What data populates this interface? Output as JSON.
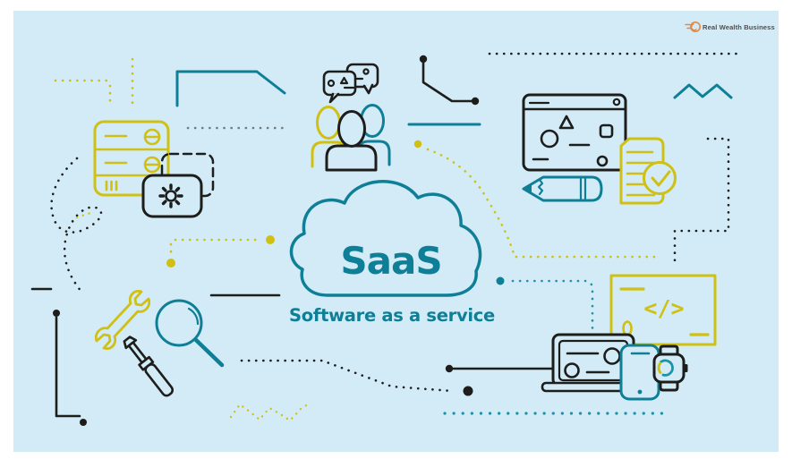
{
  "meta": {
    "kind": "marketing-illustration",
    "topic": "SaaS concept banner"
  },
  "logo": {
    "text": "Real Wealth Business",
    "icon": "coin-rocket-icon"
  },
  "cloud": {
    "title": "SaaS",
    "subtitle": "Software as a service"
  },
  "code_monitor": {
    "code_text": "</>"
  },
  "icons": [
    "server-stack-icon",
    "gear-badge-icon",
    "chat-bubbles-icon",
    "team-people-icon",
    "browser-window-icon",
    "pencil-icon",
    "checklist-document-icon",
    "check-circle-icon",
    "code-monitor-icon",
    "laptop-icon",
    "smartphone-icon",
    "smartwatch-icon",
    "wrench-icon",
    "screwdriver-icon",
    "magnifier-icon",
    "cloud-shape",
    "zigzag-decoration",
    "dotted-connectors"
  ],
  "colors": {
    "page": "#ffffff",
    "background": "#d2ebf6",
    "teal": "#0e7f96",
    "teal_dots": "#1f93a6",
    "yellow": "#cfc013",
    "ink": "#1d1d1b",
    "logo_orange": "#e8883f",
    "logo_text": "#4d4f52"
  }
}
